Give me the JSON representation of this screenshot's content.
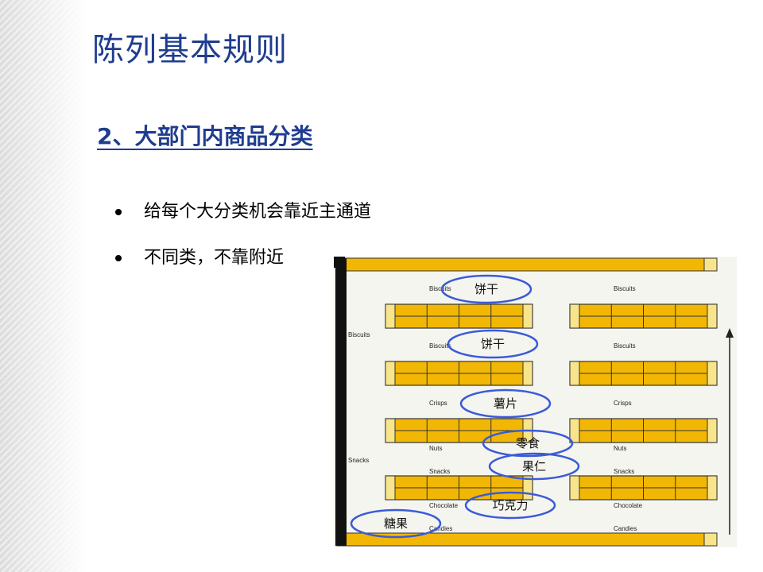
{
  "title": "陈列基本规则",
  "subtitle": {
    "number": "2",
    "text": "、大部门内商品分类"
  },
  "bullets": [
    {
      "text": "给每个大分类机会靠近主通道"
    },
    {
      "text": "不同类，不靠附近"
    }
  ],
  "diagram": {
    "wall_labels": {
      "biscuits": "Biscuits",
      "snacks": "Snacks"
    },
    "aisle_labels_left": [
      "Biscuits",
      "Biscuits",
      "Crisps",
      "Nuts",
      "Snacks",
      "Chocolate",
      "Candies"
    ],
    "aisle_labels_right": [
      "Biscuits",
      "Biscuits",
      "Crisps",
      "Nuts",
      "Snacks",
      "Chocolate",
      "Candies"
    ],
    "annotations": [
      "饼干",
      "饼干",
      "薯片",
      "零食",
      "果仁",
      "巧克力",
      "糖果"
    ],
    "colors": {
      "shelf": "#f2b705",
      "ellipse": "#3a5bd9",
      "wall": "#111111"
    }
  }
}
